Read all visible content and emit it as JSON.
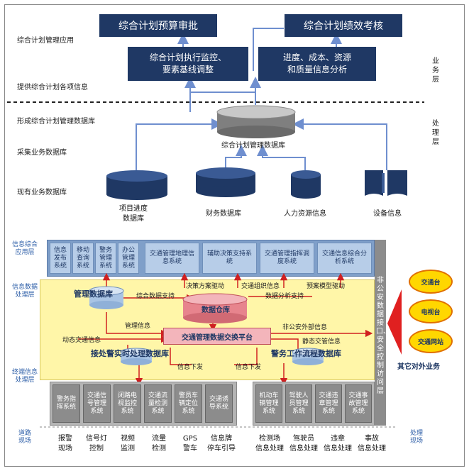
{
  "top": {
    "box_budget": "综合计划预算审批",
    "box_perf": "综合计划绩效考核",
    "box_monitor_1": "综合计划执行监控、",
    "box_monitor_2": "要素基线调整",
    "box_analysis_1": "进度、成本、资源",
    "box_analysis_2": "和质量信息分析",
    "left_app": "综合计划管理应用",
    "left_info": "提供综合计划各项信息",
    "layer_business": "业务层"
  },
  "mid": {
    "left_form": "形成综合计划管理数据库",
    "left_collect": "采集业务数据库",
    "left_exist": "现有业务数据库",
    "db_center": "综合计划管理数据库",
    "db_progress_1": "项目进度",
    "db_progress_2": "数据库",
    "db_finance": "财务数据库",
    "db_hr": "人力资源信息",
    "db_equip": "设备信息",
    "layer_process": "处理层"
  },
  "bottom": {
    "side_app": "信息综合应用层",
    "side_data": "信息数据处理层",
    "side_terminal": "终端信息处理层",
    "side_scene": "现场",
    "side_scene_label_1": "道路",
    "side_scene_label_2": "现场",
    "side_proc_1": "处理",
    "side_proc_2": "现场",
    "app_small": [
      "信息发布系统",
      "移动查询系统",
      "警务管理系统",
      "办公管理系统"
    ],
    "app_big": [
      "交通管理地理信息系统",
      "辅助决策支持系统",
      "交通管理指挥调度系统",
      "交通信息综合分析系统"
    ],
    "right_bar": "非公安数据接口、安全控制访问层",
    "data_mgmt_db": "管理数据库",
    "data_warehouse": "数据仓库",
    "data_exchange": "交通管理数据交换平台",
    "data_realtime_db": "接处警实时处理数据库",
    "data_workflow_db": "警务工作流程数据库",
    "arrow_labels": {
      "decision": "决策方案驱动",
      "org_info": "交通组织信息",
      "warn_model": "预案模型驱动",
      "comp_support": "综合数据支持",
      "analysis_support": "数据分析支持",
      "mgmt_info": "管理信息",
      "non_police": "非公安外部信息",
      "dyn_traffic": "动态交通信息",
      "static_police": "静态交管信息",
      "info_down_1": "信息下发",
      "info_down_2": "信息下发"
    },
    "terminal_left": [
      "警务指挥系统",
      "交通信号管理系统",
      "闭路电视监控系统",
      "交通流量检测系统",
      "警员车辆定位系统",
      "交通诱导系统"
    ],
    "terminal_right": [
      "机动车辆管理系统",
      "驾驶人员管理系统",
      "交通违章管理系统",
      "交通事故管理系统"
    ],
    "field_left": [
      [
        "报警",
        "现场"
      ],
      [
        "信号灯",
        "控制"
      ],
      [
        "视频",
        "监测"
      ],
      [
        "流量",
        "检测"
      ],
      [
        "GPS",
        "警车"
      ],
      [
        "信息牌",
        "停车引导"
      ]
    ],
    "field_right": [
      [
        "检测场",
        "信息处理"
      ],
      [
        "驾驶员",
        "信息处理"
      ],
      [
        "违章",
        "信息处理"
      ],
      [
        "事故",
        "信息处理"
      ]
    ],
    "ovals": [
      "交通台",
      "电视台",
      "交通网站",
      "其它对外业务"
    ]
  }
}
